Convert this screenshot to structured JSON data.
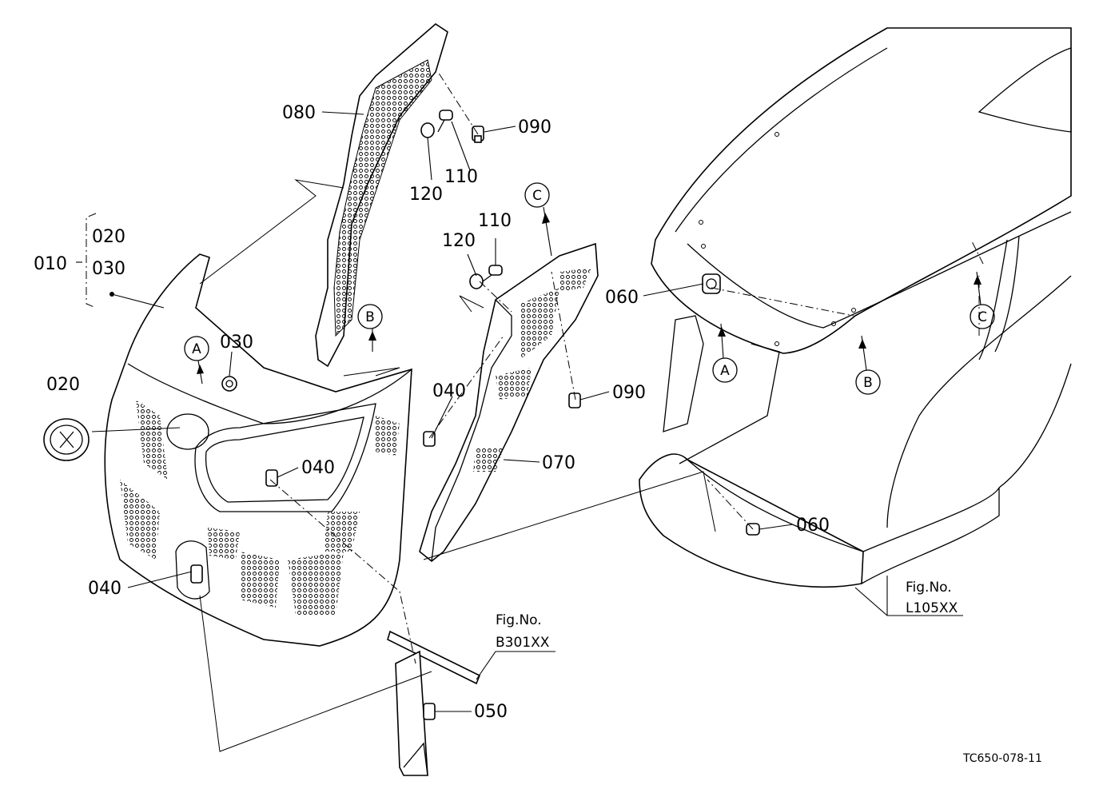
{
  "labels": {
    "p010": "010",
    "p020": "020",
    "p030": "030",
    "p040": "040",
    "p050": "050",
    "p060": "060",
    "p070": "070",
    "p080": "080",
    "p090": "090",
    "p110": "110",
    "p120": "120"
  },
  "markers": {
    "A": "A",
    "B": "B",
    "C": "C"
  },
  "figrefs": {
    "b301xx": {
      "title": "Fig.No.",
      "number": "B301XX"
    },
    "l105xx": {
      "title": "Fig.No.",
      "number": "L105XX"
    }
  },
  "drawing_code": "TC650-078-11"
}
